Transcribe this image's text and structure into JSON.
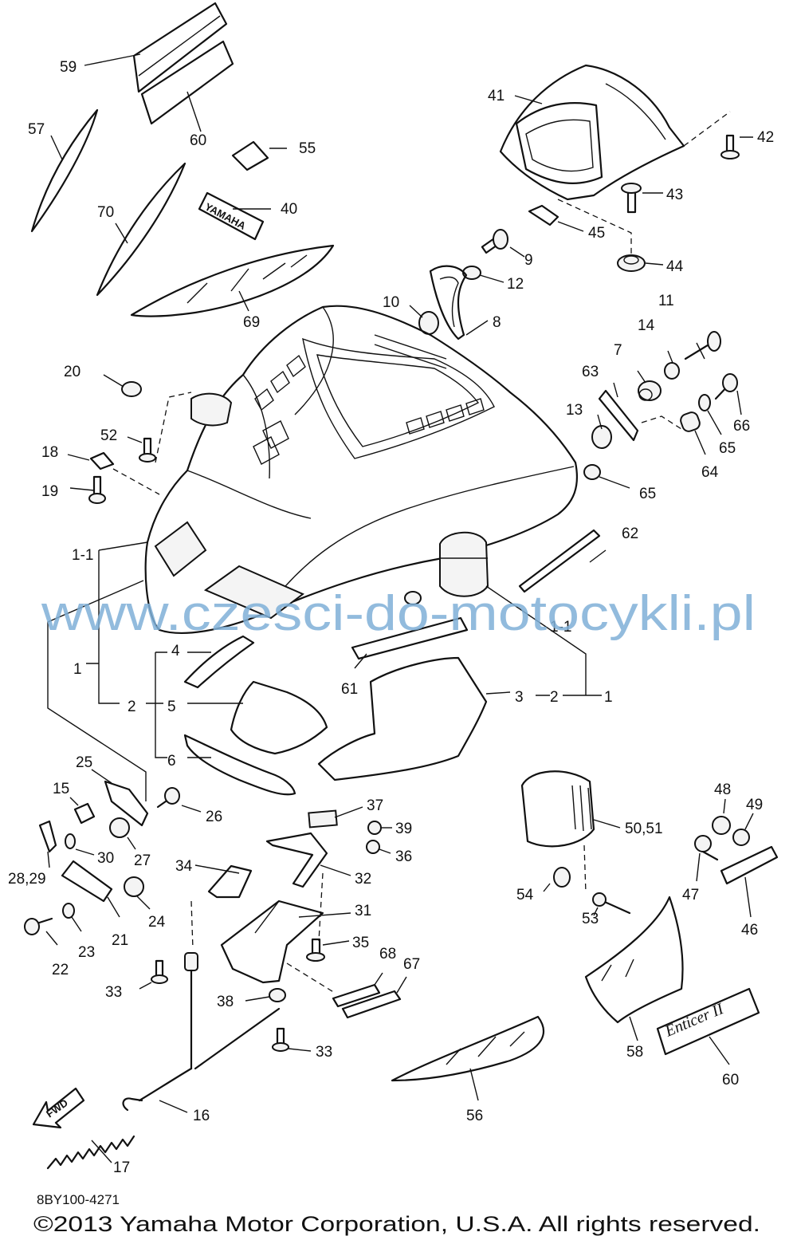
{
  "diagram": {
    "labels": {
      "l59": "59",
      "l60a": "60",
      "l57": "57",
      "l55": "55",
      "l40": "40",
      "l70": "70",
      "l69": "69",
      "l41": "41",
      "l42": "42",
      "l43": "43",
      "l45": "45",
      "l44": "44",
      "l9": "9",
      "l12": "12",
      "l10": "10",
      "l8": "8",
      "l11": "11",
      "l14": "14",
      "l7": "7",
      "l63": "63",
      "l13": "13",
      "l66": "66",
      "l65a": "65",
      "l64": "64",
      "l65b": "65",
      "l20": "20",
      "l52": "52",
      "l18": "18",
      "l19": "19",
      "l1_1a": "1-1",
      "l1a": "1",
      "l2a": "2",
      "l4": "4",
      "l5": "5",
      "l6": "6",
      "l62": "62",
      "l1_1b": "1-1",
      "l61": "61",
      "l3": "3",
      "l2b": "2",
      "l1b": "1",
      "l25": "25",
      "l15": "15",
      "l26": "26",
      "l27": "27",
      "l30": "30",
      "l28_29": "28,29",
      "l34": "34",
      "l37": "37",
      "l39": "39",
      "l36": "36",
      "l32": "32",
      "l31": "31",
      "l21": "21",
      "l24": "24",
      "l22": "22",
      "l23": "23",
      "l35": "35",
      "l68": "68",
      "l67": "67",
      "l33a": "33",
      "l38": "38",
      "l33b": "33",
      "l16": "16",
      "l17": "17",
      "l56": "56",
      "l50_51": "50,51",
      "l54": "54",
      "l53": "53",
      "l48": "48",
      "l49": "49",
      "l47": "47",
      "l46": "46",
      "l58": "58",
      "l60b": "60"
    },
    "decal_yamaha": "YAMAHA",
    "decal_enticer": "Enticer II",
    "fwd_arrow": "FWD",
    "watermark": "www.czesci-do-motocykli.pl",
    "diagram_code": "8BY100-4271",
    "copyright": "©2013 Yamaha Motor Corporation, U.S.A. All rights reserved."
  }
}
